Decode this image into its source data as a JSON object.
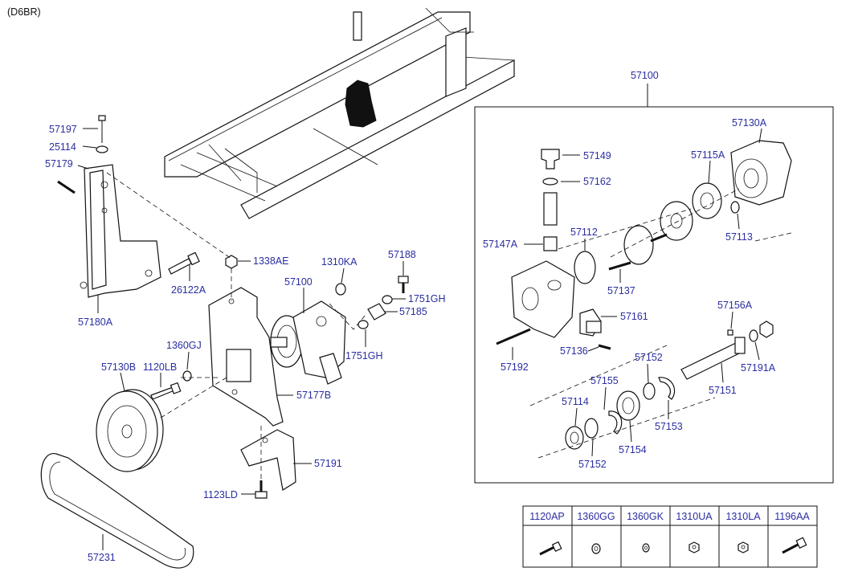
{
  "header": {
    "engine_code": "(D6BR)"
  },
  "callouts": {
    "c57100_top": "57100",
    "c57197": "57197",
    "c25114": "25114",
    "c57179": "57179",
    "c57180A": "57180A",
    "c26122A": "26122A",
    "c1338AE": "1338AE",
    "c1310KA": "1310KA",
    "c57188": "57188",
    "c57100_mid": "57100",
    "c1751GH_a": "1751GH",
    "c57185": "57185",
    "c1751GH_b": "1751GH",
    "c1360GJ": "1360GJ",
    "c57130B": "57130B",
    "c1120LB": "1120LB",
    "c57177B": "57177B",
    "c57191": "57191",
    "c1123LD": "1123LD",
    "c57231": "57231",
    "c57130A": "57130A",
    "c57149": "57149",
    "c57115A": "57115A",
    "c57162": "57162",
    "c57113": "57113",
    "c57147A": "57147A",
    "c57112": "57112",
    "c57137": "57137",
    "c57161": "57161",
    "c57156A": "57156A",
    "c57136": "57136",
    "c57192": "57192",
    "c57152_a": "57152",
    "c57191A": "57191A",
    "c57155": "57155",
    "c57151": "57151",
    "c57114": "57114",
    "c57153": "57153",
    "c57154": "57154",
    "c57152_b": "57152"
  },
  "legend_table": {
    "headers": [
      "1120AP",
      "1360GG",
      "1360GK",
      "1310UA",
      "1310LA",
      "1196AA"
    ],
    "icons": [
      "bolt-icon",
      "washer-icon",
      "washer-icon",
      "nut-icon",
      "nut-icon",
      "bolt-icon"
    ]
  }
}
